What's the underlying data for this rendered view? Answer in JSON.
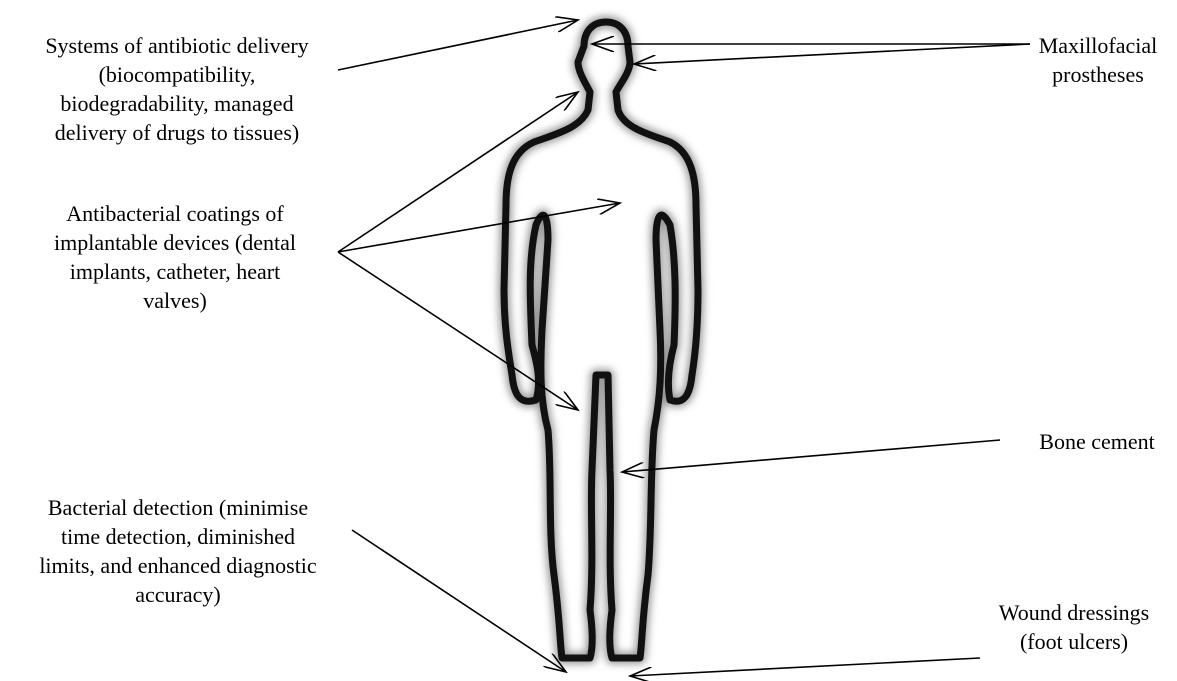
{
  "labels": {
    "antibiotic_delivery": {
      "lines": [
        "Systems of antibiotic delivery",
        "(biocompatibility,",
        "biodegradability, managed",
        "delivery of drugs to tissues)"
      ]
    },
    "antibacterial_coatings": {
      "lines": [
        "Antibacterial coatings of",
        "implantable devices (dental",
        "implants, catheter, heart",
        "valves)"
      ]
    },
    "bacterial_detection": {
      "lines": [
        "Bacterial detection (minimise",
        "time detection, diminished",
        "limits, and enhanced diagnostic",
        "accuracy)"
      ]
    },
    "maxillofacial": {
      "lines": [
        "Maxillofacial",
        "prostheses"
      ]
    },
    "bone_cement": {
      "lines": [
        "Bone cement"
      ]
    },
    "wound_dressings": {
      "lines": [
        "Wound dressings",
        "(foot ulcers)"
      ]
    }
  }
}
